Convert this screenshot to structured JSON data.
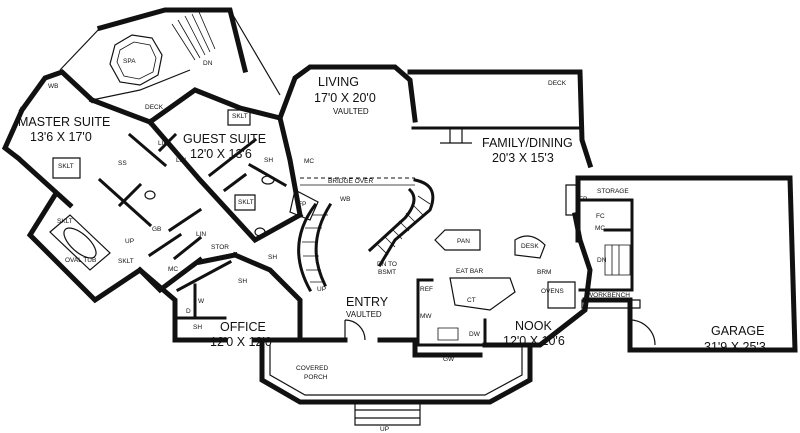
{
  "rooms": {
    "living": {
      "name": "LIVING",
      "size": "17'0 X 20'0",
      "note": "VAULTED"
    },
    "family_dining": {
      "name": "FAMILY/DINING",
      "size": "20'3 X 15'3"
    },
    "master_suite": {
      "name": "MASTER SUITE",
      "size": "13'6 X 17'0"
    },
    "guest_suite": {
      "name": "GUEST SUITE",
      "size": "12'0 X 13'6"
    },
    "office": {
      "name": "OFFICE",
      "size": "12'0 X 12'0"
    },
    "entry": {
      "name": "ENTRY",
      "note": "VAULTED"
    },
    "nook": {
      "name": "NOOK",
      "size": "12'0 X 10'6"
    },
    "garage": {
      "name": "GARAGE",
      "size": "31'9 X 25'3"
    },
    "covered_porch": {
      "name": "COVERED",
      "name2": "PORCH"
    }
  },
  "labels": {
    "deck_top": "DECK",
    "deck_left": "DECK",
    "spa": "SPA",
    "dn_spa": "DN",
    "wb_master": "WB",
    "sklt_master": "SKLT",
    "sklt_guest": "SKLT",
    "sklt_bath": "SKLT",
    "sklt_tub": "SKLT",
    "sklt_3": "SKLT",
    "lin_1": "LIN",
    "lin_2": "LIN",
    "lin_3": "LIN",
    "sh_guest": "SH",
    "sh_bath2": "SH",
    "sh_office": "SH",
    "mc_guest": "MC",
    "mc_bath": "MC",
    "mc_garage": "MC",
    "bridge_over": "BRIDGE OVER",
    "fp_living": "FP",
    "fp_family": "FP",
    "wb_stair": "WB",
    "ss": "SS",
    "up_master": "UP",
    "gb": "GB",
    "oval_tub": "OVAL TUB",
    "stor": "STOR",
    "d": "D",
    "w": "W",
    "sh_low": "SH",
    "up_stair": "UP",
    "dn_to_bsmt": "DN TO",
    "dn_to_bsmt2": "BSMT",
    "pan": "PAN",
    "eat_bar": "EAT BAR",
    "ct": "CT",
    "ref": "REF",
    "mw": "MW",
    "dw": "DW",
    "gw": "GW",
    "desk": "DESK",
    "brm": "BRM",
    "ovens": "OVENS",
    "storage": "STORAGE",
    "fc": "FC",
    "dn_garage": "DN",
    "workbench": "WORKBENCH",
    "up_porch": "UP"
  }
}
